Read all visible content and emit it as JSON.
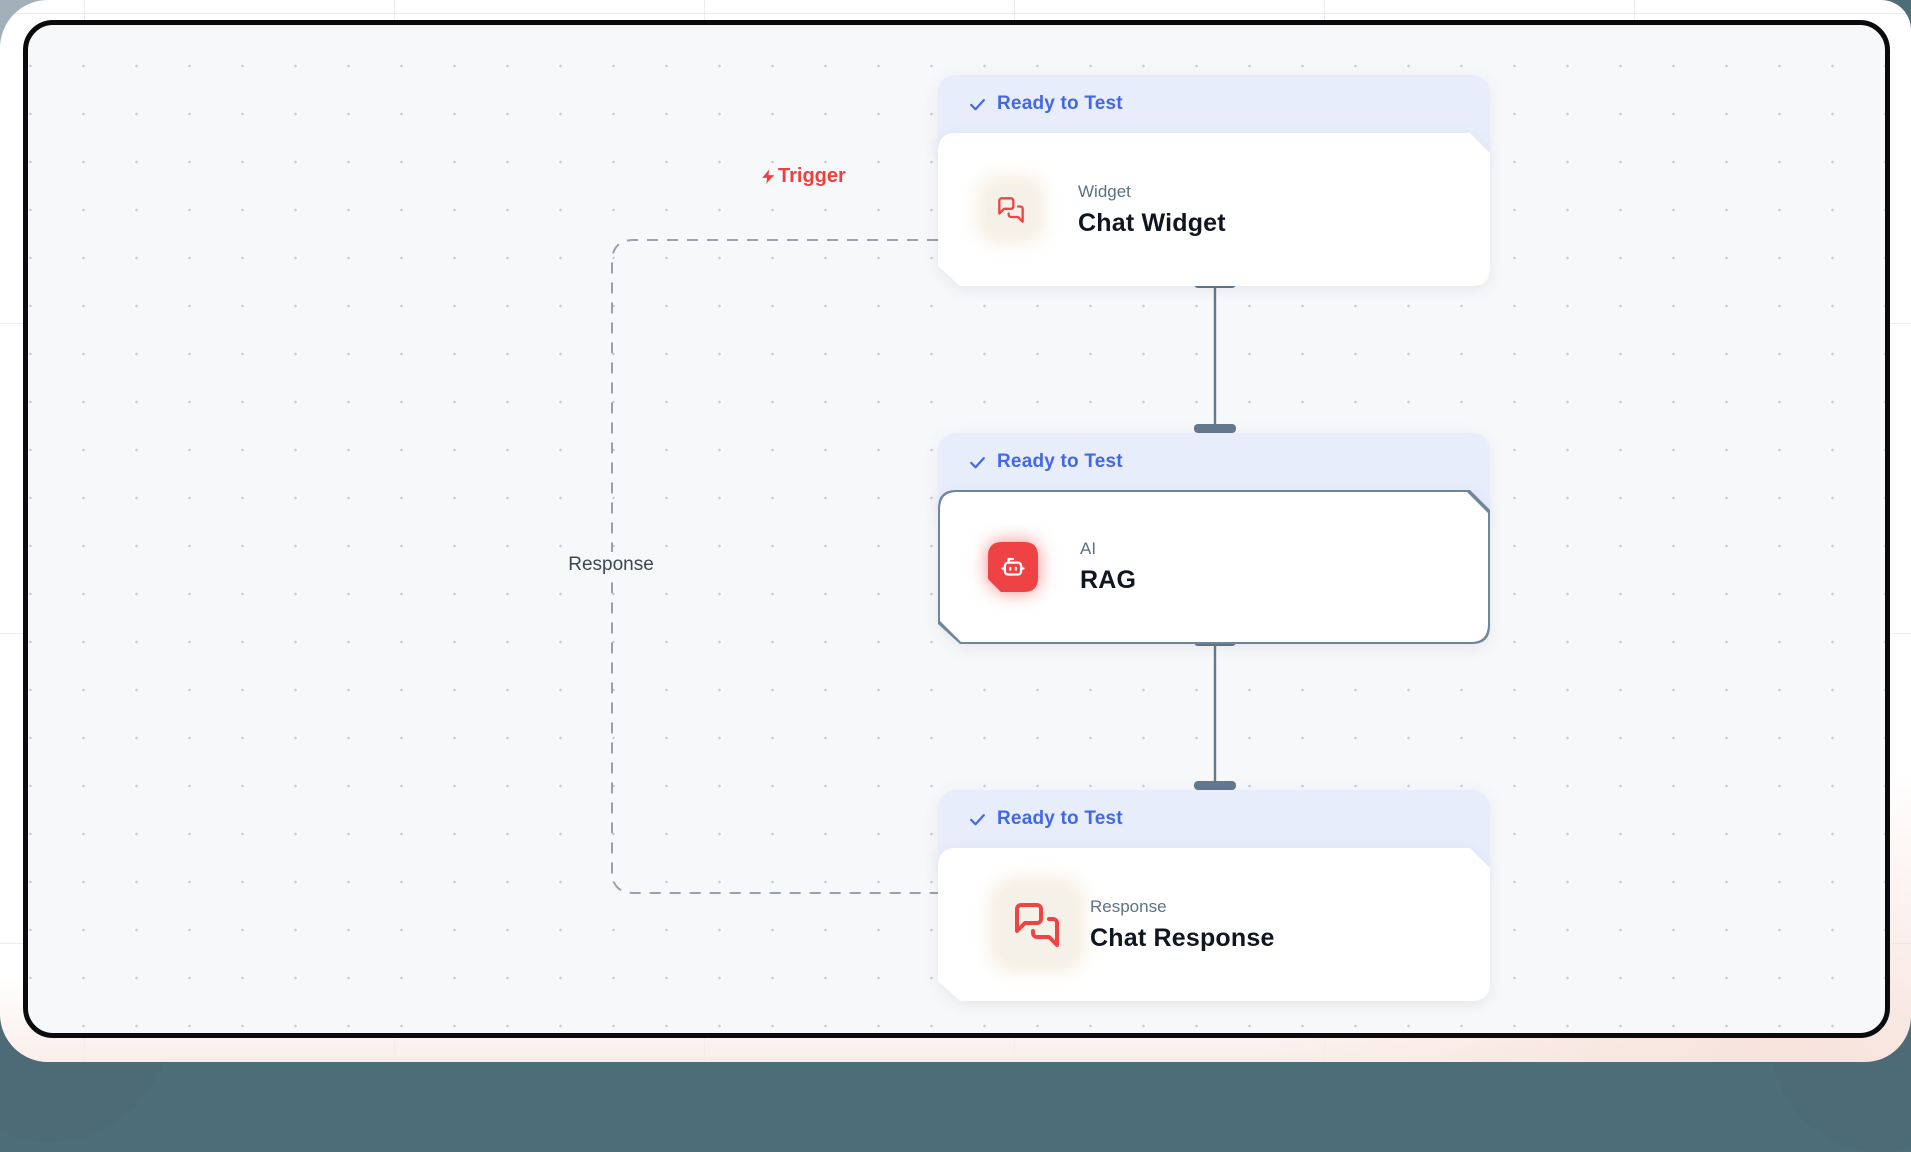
{
  "flow": {
    "edge_labels": {
      "trigger": "Trigger",
      "response": "Response"
    },
    "nodes": [
      {
        "status": "Ready to Test",
        "type_label": "Widget",
        "title": "Chat Widget",
        "icon": "chat-bubbles-icon"
      },
      {
        "status": "Ready to Test",
        "type_label": "AI",
        "title": "RAG",
        "icon": "bot-icon"
      },
      {
        "status": "Ready to Test",
        "type_label": "Response",
        "title": "Chat Response",
        "icon": "chat-bubbles-icon"
      }
    ]
  },
  "icons": {
    "status": "check-icon",
    "trigger": "zap-icon"
  },
  "colors": {
    "status_blue": "#4467e3",
    "status_badge_bg": "#e8edfb",
    "accent_red": "#ef4444",
    "rag_icon_bg": "#ee4245",
    "selected_border": "#6e8699",
    "connector_slate": "#64788c",
    "dashed_edge": "#9aa1ac",
    "canvas_bg": "#f7f8fa",
    "title_ink": "#10161f",
    "muted_label": "#5e7284"
  }
}
